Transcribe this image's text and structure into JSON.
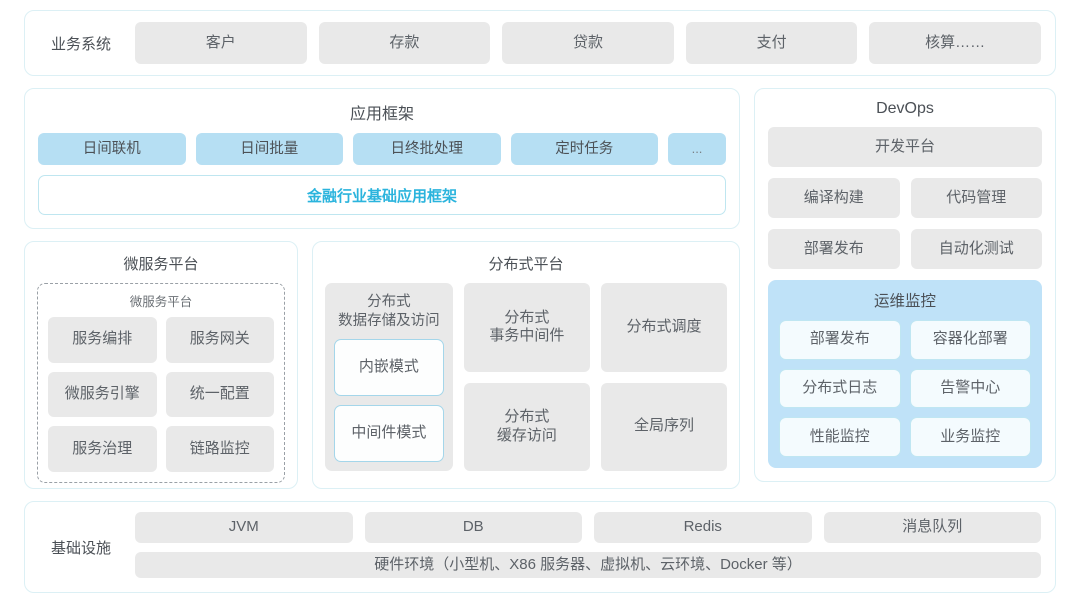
{
  "business_systems": {
    "label": "业务系统",
    "items": [
      "客户",
      "存款",
      "贷款",
      "支付",
      "核算……"
    ]
  },
  "app_framework": {
    "title": "应用框架",
    "chips": [
      "日间联机",
      "日间批量",
      "日终批处理",
      "定时任务",
      "..."
    ],
    "framework_bar": "金融行业基础应用框架"
  },
  "microservice_platform": {
    "title": "微服务平台",
    "inner_title": "微服务平台",
    "items": [
      "服务编排",
      "服务网关",
      "微服务引擎",
      "统一配置",
      "服务治理",
      "链路监控"
    ]
  },
  "distributed_platform": {
    "title": "分布式平台",
    "tall_card": {
      "title": "分布式\n数据存储及访问",
      "title_line1": "分布式",
      "title_line2": "数据存储及访问",
      "sub_cards": [
        "内嵌模式",
        "中间件模式"
      ]
    },
    "cards": [
      {
        "line1": "分布式",
        "line2": "事务中间件"
      },
      {
        "line1": "分布式调度",
        "line2": ""
      },
      {
        "line1": "分布式",
        "line2": "缓存访问"
      },
      {
        "line1": "全局序列",
        "line2": ""
      }
    ]
  },
  "devops": {
    "title": "DevOps",
    "wide_item": "开发平台",
    "pairs": [
      [
        "编译构建",
        "代码管理"
      ],
      [
        "部署发布",
        "自动化测试"
      ]
    ],
    "ops_monitor": {
      "title": "运维监控",
      "items": [
        "部署发布",
        "容器化部署",
        "分布式日志",
        "告警中心",
        "性能监控",
        "业务监控"
      ]
    }
  },
  "infrastructure": {
    "label": "基础设施",
    "items": [
      "JVM",
      "DB",
      "Redis",
      "消息队列"
    ],
    "hardware": "硬件环境（小型机、X86 服务器、虚拟机、云环境、Docker 等）"
  },
  "colors": {
    "panel_border": "#dcf0f5",
    "chip_gray": "#e9e9e9",
    "chip_blue": "#b6dff3",
    "accent_teal": "#2bb4dd",
    "ops_bg": "#bfe2f8"
  }
}
